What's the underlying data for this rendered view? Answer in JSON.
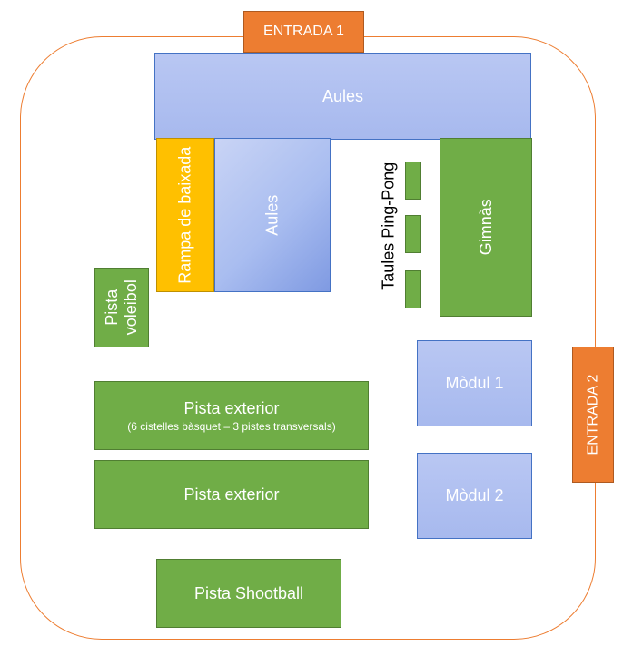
{
  "entrances": {
    "entrada1": "ENTRADA 1",
    "entrada2": "ENTRADA 2"
  },
  "buildings": {
    "aules_top": "Aules",
    "aules_side": "Aules",
    "rampa": "Rampa de baixada",
    "gimnas": "Gimnàs",
    "modul1": "Mòdul 1",
    "modul2": "Mòdul 2"
  },
  "courts": {
    "voleibol_line1": "Pista",
    "voleibol_line2": "voleibol",
    "exterior1": "Pista exterior",
    "exterior1_note": "(6 cistelles bàsquet – 3 pistes transversals)",
    "exterior2": "Pista exterior",
    "shootball": "Pista Shootball"
  },
  "pingpong": {
    "label": "Taules Ping-Pong",
    "tables": 3
  },
  "colors": {
    "court_green": "#70ad47",
    "building_blue": "#a9bdf0",
    "entrance_orange": "#ed7d31",
    "ramp_yellow": "#ffc000"
  }
}
